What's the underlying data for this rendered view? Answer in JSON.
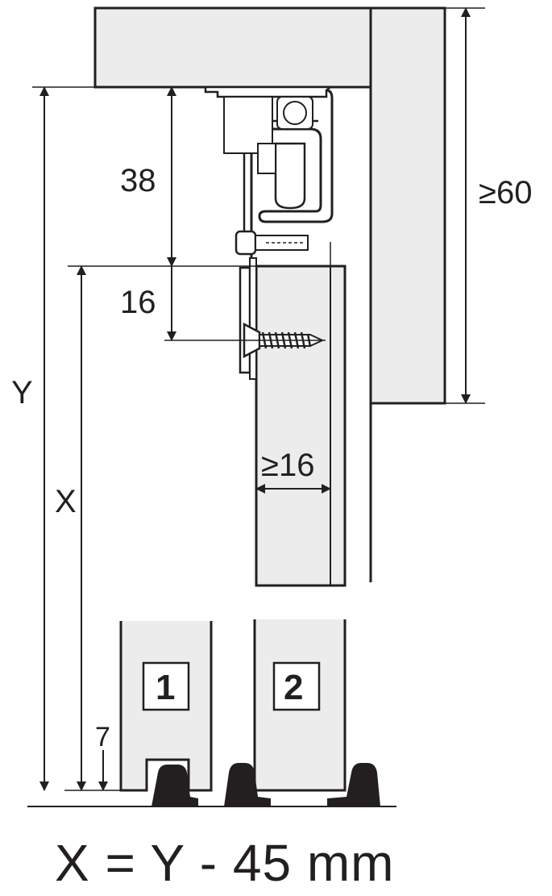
{
  "labels": {
    "dim_38": "38",
    "dim_16": "16",
    "dim_60": "≥60",
    "dim_y": "Y",
    "dim_x": "X",
    "dim_16_min": "≥16",
    "dim_7": "7",
    "door_1": "1",
    "door_2": "2",
    "formula": "X = Y - 45 mm"
  },
  "colors": {
    "line": "#231f20",
    "panel_fill": "#ececec",
    "guide_fill": "#231f20",
    "background": "#ffffff"
  }
}
